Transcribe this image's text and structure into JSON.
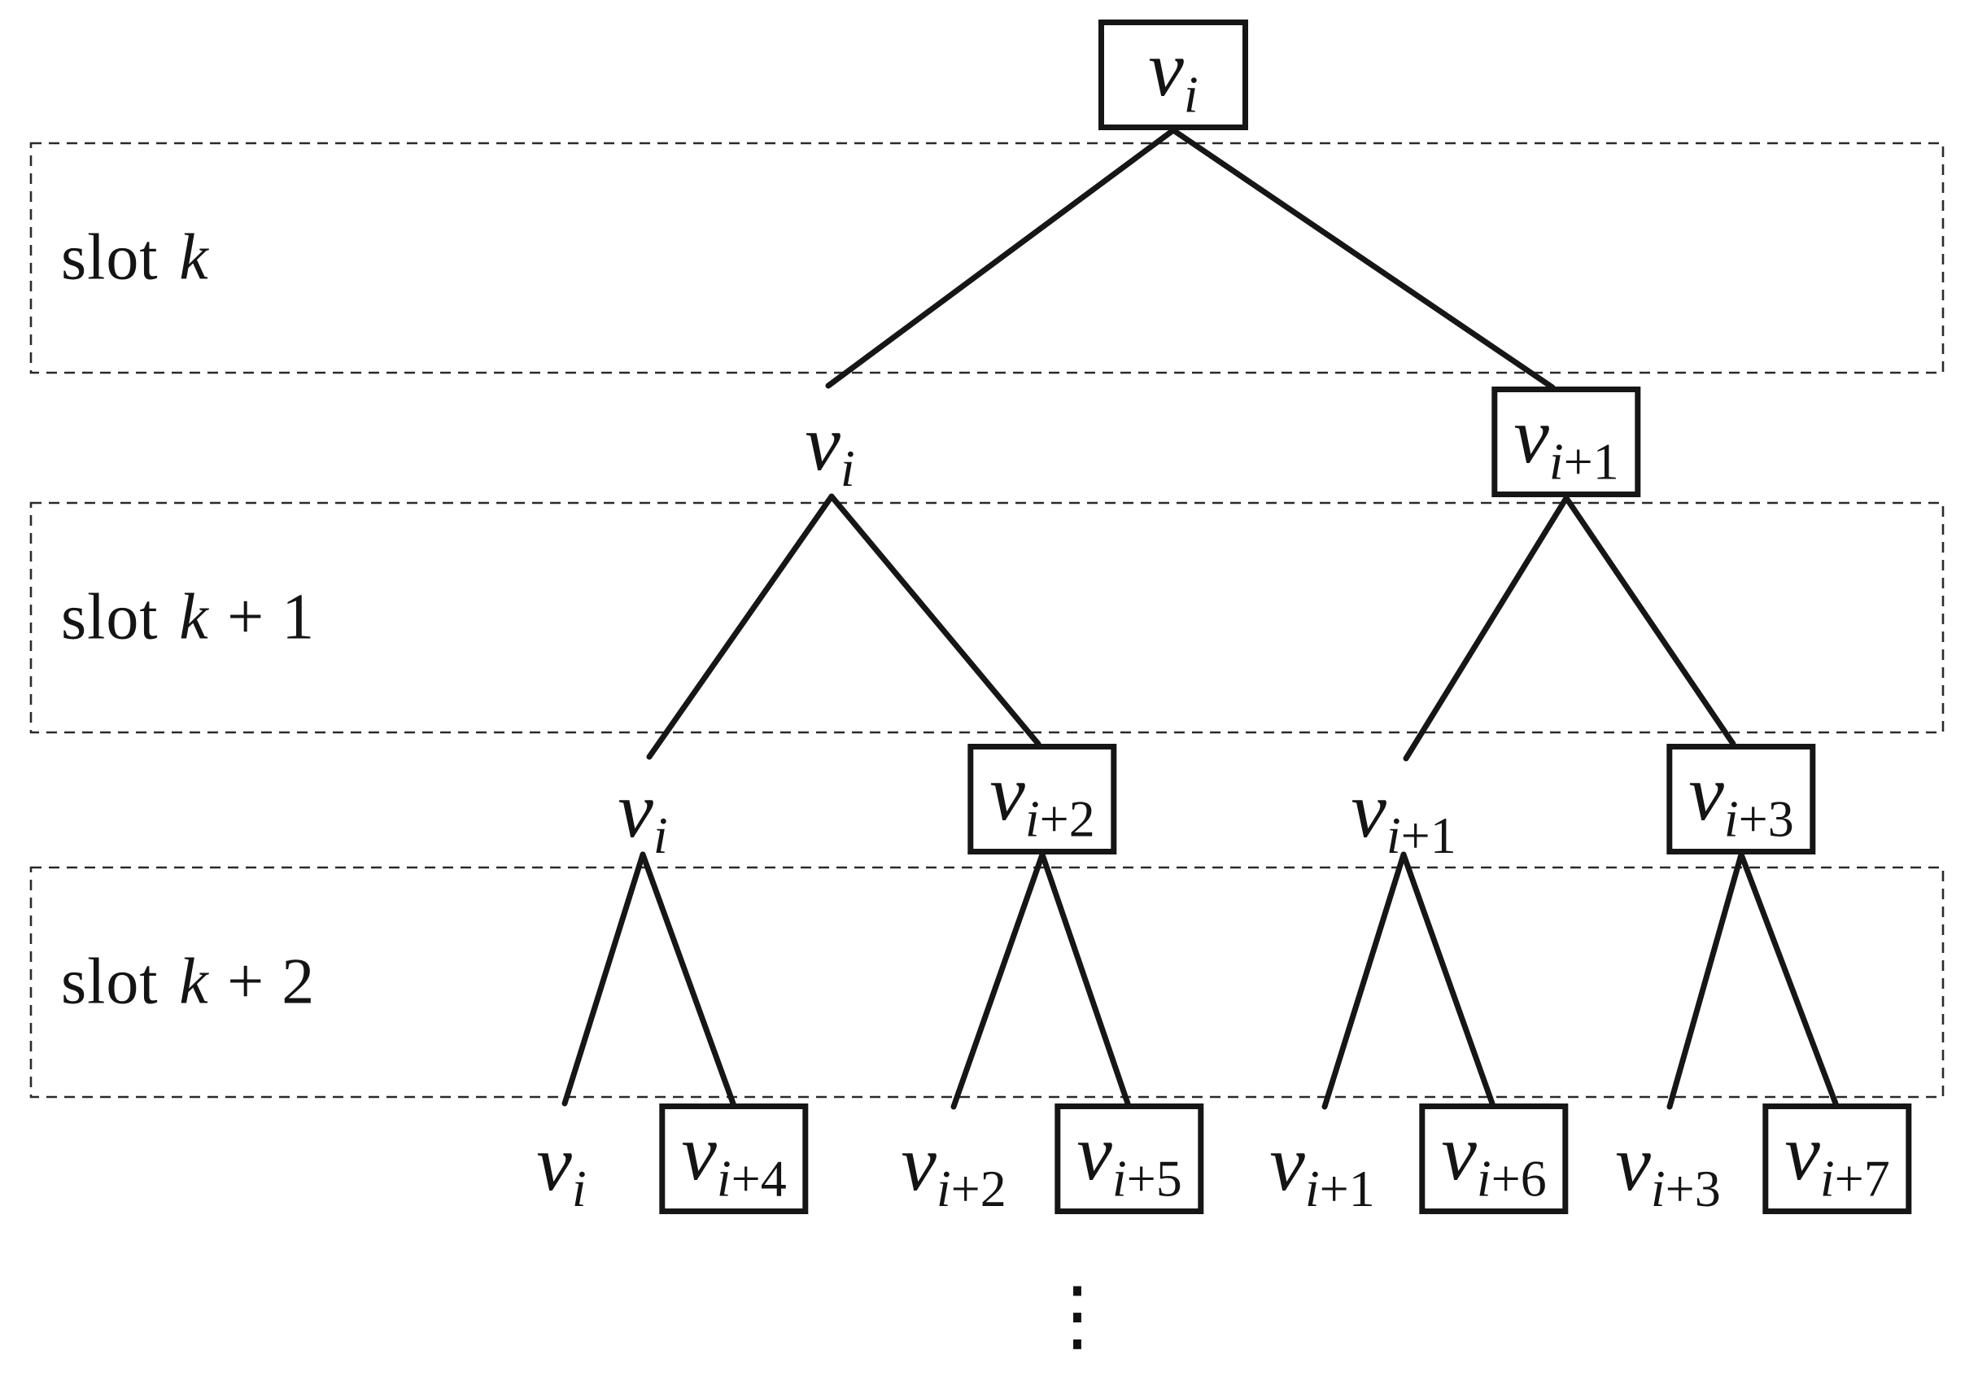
{
  "figure": {
    "description": "binary tree expansion across time slots",
    "ellipsis": "⋮"
  },
  "slots": [
    {
      "word": "slot",
      "variable": "k",
      "offset": ""
    },
    {
      "word": "slot",
      "variable": "k",
      "offset": "+ 1"
    },
    {
      "word": "slot",
      "variable": "k",
      "offset": "+ 2"
    }
  ],
  "nodes": [
    {
      "base": "v",
      "sub_var": "i",
      "sub_rest": "",
      "boxed": true,
      "level": 1
    },
    {
      "base": "v",
      "sub_var": "i",
      "sub_rest": "",
      "boxed": false,
      "level": 2
    },
    {
      "base": "v",
      "sub_var": "i",
      "sub_rest": "+1",
      "boxed": true,
      "level": 2
    },
    {
      "base": "v",
      "sub_var": "i",
      "sub_rest": "",
      "boxed": false,
      "level": 3
    },
    {
      "base": "v",
      "sub_var": "i",
      "sub_rest": "+2",
      "boxed": true,
      "level": 3
    },
    {
      "base": "v",
      "sub_var": "i",
      "sub_rest": "+1",
      "boxed": false,
      "level": 3
    },
    {
      "base": "v",
      "sub_var": "i",
      "sub_rest": "+3",
      "boxed": true,
      "level": 3
    },
    {
      "base": "v",
      "sub_var": "i",
      "sub_rest": "",
      "boxed": false,
      "level": 4
    },
    {
      "base": "v",
      "sub_var": "i",
      "sub_rest": "+4",
      "boxed": true,
      "level": 4
    },
    {
      "base": "v",
      "sub_var": "i",
      "sub_rest": "+2",
      "boxed": false,
      "level": 4
    },
    {
      "base": "v",
      "sub_var": "i",
      "sub_rest": "+5",
      "boxed": true,
      "level": 4
    },
    {
      "base": "v",
      "sub_var": "i",
      "sub_rest": "+1",
      "boxed": false,
      "level": 4
    },
    {
      "base": "v",
      "sub_var": "i",
      "sub_rest": "+6",
      "boxed": true,
      "level": 4
    },
    {
      "base": "v",
      "sub_var": "i",
      "sub_rest": "+3",
      "boxed": false,
      "level": 4
    },
    {
      "base": "v",
      "sub_var": "i",
      "sub_rest": "+7",
      "boxed": true,
      "level": 4
    }
  ],
  "edges": [
    [
      0,
      1
    ],
    [
      0,
      2
    ],
    [
      1,
      3
    ],
    [
      1,
      4
    ],
    [
      2,
      5
    ],
    [
      2,
      6
    ],
    [
      3,
      7
    ],
    [
      3,
      8
    ],
    [
      4,
      9
    ],
    [
      4,
      10
    ],
    [
      5,
      11
    ],
    [
      5,
      12
    ],
    [
      6,
      13
    ],
    [
      6,
      14
    ]
  ],
  "colors": {
    "ink": "#141414",
    "dashed_outline": "#2a2a2a",
    "background": "#ffffff"
  }
}
